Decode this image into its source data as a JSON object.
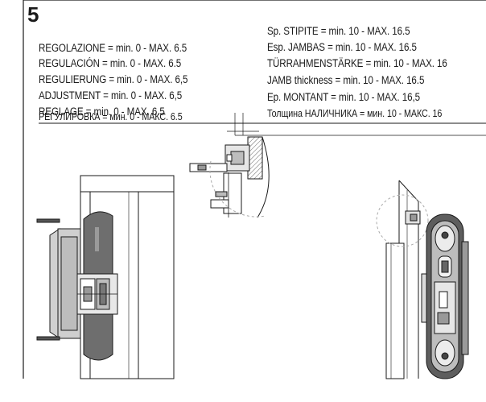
{
  "step_number": "5",
  "adjustment": [
    "REGOLAZIONE = min. 0 - MAX. 6.5",
    "REGULACIÓN = min. 0 - MAX. 6.5",
    "REGULIERUNG = min. 0 - MAX. 6,5",
    "ADJUSTMENT = min. 0 - MAX. 6,5",
    "REGLAGE = min. 0 - MAX. 6.5",
    "РЕГУЛИРОВКА = мин. 0 - МАКС. 6.5"
  ],
  "jamb": [
    "Sp. STIPITE = min. 10 - MAX. 16.5",
    "Esp. JAMBAS = min. 10 - MAX. 16.5",
    "TÜRRAHMENSTÄRKE = min. 10 - MAX. 16",
    "JAMB thickness = min. 10 - MAX. 16.5",
    "Ep. MONTANT = min. 10 - MAX. 16,5",
    "Толщина НАЛИЧНИКА = мин. 10 - МАКС. 16"
  ],
  "colors": {
    "line": "#1a1a1a",
    "hatch": "#555555",
    "hinge_dark": "#5a5a5a",
    "hinge_mid": "#9a9a9a",
    "hinge_light": "#d4d4d4"
  },
  "icons": [
    "hinge-side-view",
    "hinge-front-view",
    "detail-circle-cross-section"
  ]
}
